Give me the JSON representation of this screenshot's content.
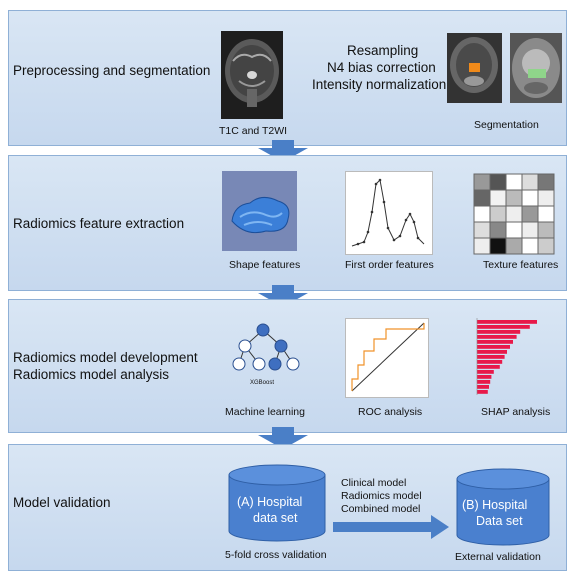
{
  "stage1": {
    "title": "Preprocessing  and segmentation",
    "mri_caption": "T1C and T2WI",
    "steps": [
      "Resampling",
      "N4 bias correction",
      "Intensity normalization"
    ],
    "seg_caption": "Segmentation"
  },
  "stage2": {
    "title": "Radiomics feature extraction",
    "captions": [
      "Shape features",
      "First order features",
      "Texture features"
    ]
  },
  "stage3": {
    "title_lines": [
      "Radiomics model development",
      "Radiomics model analysis"
    ],
    "xgb_label": "XGBoost",
    "captions": [
      "Machine learning",
      "ROC analysis",
      "SHAP analysis"
    ],
    "shap_values": [
      1.0,
      0.88,
      0.72,
      0.66,
      0.6,
      0.55,
      0.5,
      0.46,
      0.42,
      0.38,
      0.28,
      0.24,
      0.22,
      0.2,
      0.18
    ]
  },
  "stage4": {
    "title": "Model validation",
    "dataset_a": [
      "(A)  Hospital",
      "data set"
    ],
    "dataset_a_caption": "5-fold cross validation",
    "models": [
      "Clinical model",
      "Radiomics model",
      "Combined model"
    ],
    "dataset_b": [
      "(B)  Hospital",
      "Data set"
    ],
    "dataset_b_caption": "External validation"
  },
  "colors": {
    "panel": "#cfdff1",
    "arrow": "#4a7fc7",
    "cylinder": "#4a80cf",
    "bar": "#e8194a"
  }
}
